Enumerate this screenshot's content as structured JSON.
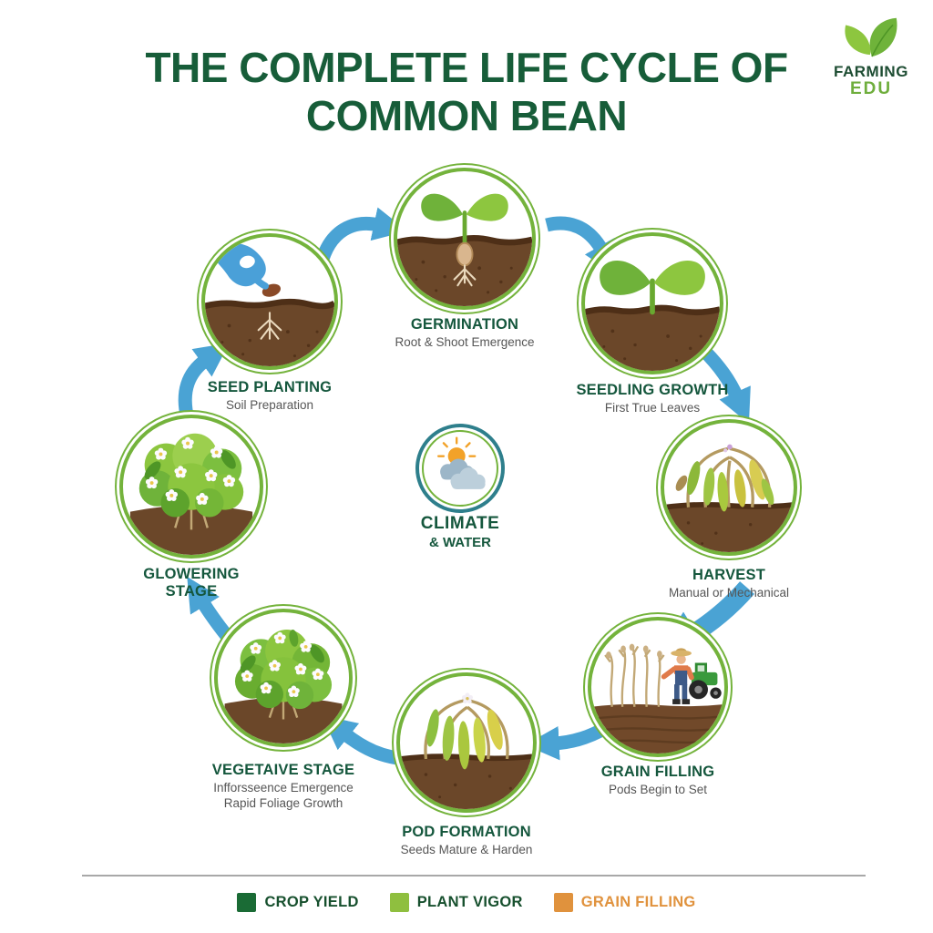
{
  "title": {
    "line1": "THE COMPLETE LIFE CYCLE OF",
    "line2": "COMMON BEAN"
  },
  "logo": {
    "name": "FARMING",
    "suffix": "EDU",
    "icon": "leaf-logo"
  },
  "center_hub": {
    "title": "CLIMATE",
    "subtitle": "& WATER",
    "icon": "sun-and-clouds"
  },
  "stages": [
    {
      "name": "SEED PLANTING",
      "subtitle": "Soil Preparation",
      "icon": "hand-planting-seed"
    },
    {
      "name": "GERMINATION",
      "subtitle": "Root & Shoot Emergence",
      "icon": "sprouting-seed"
    },
    {
      "name": "SEEDLING GROWTH",
      "subtitle": "First True Leaves",
      "icon": "young-seedling"
    },
    {
      "name": "HARVEST",
      "subtitle": "Manual or Mechanical",
      "icon": "mature-bean-plant-with-pods"
    },
    {
      "name": "GRAIN FILLING",
      "subtitle": "Pods Begin to Set",
      "icon": "farmer-with-tractor"
    },
    {
      "name": "POD FORMATION",
      "subtitle": "Seeds Mature & Harden",
      "icon": "plant-with-long-pods"
    },
    {
      "name": "VEGETAIVE STAGE",
      "subtitle": "Infforsseence Emergence",
      "subtitle2": "Rapid Foliage Growth",
      "icon": "flowering-bush"
    },
    {
      "name": "GLOWERING",
      "name_line2": "STAGE",
      "icon": "flowering-bush"
    }
  ],
  "legend": [
    {
      "label": "CROP YIELD",
      "swatch": "#1a6b35"
    },
    {
      "label": "PLANT VIGOR",
      "swatch": "#8fbf3f"
    },
    {
      "label": "GRAIN FILLING",
      "swatch": "#e0923d"
    }
  ],
  "colors": {
    "title_green": "#175d39",
    "stage_label_green": "#15573d",
    "subtitle_gray": "#565656",
    "ring_green": "#74b33c",
    "hub_ring_teal": "#2e7f8c",
    "arrow_blue": "#4aa3d4",
    "soil_brown": "#6b4729"
  }
}
